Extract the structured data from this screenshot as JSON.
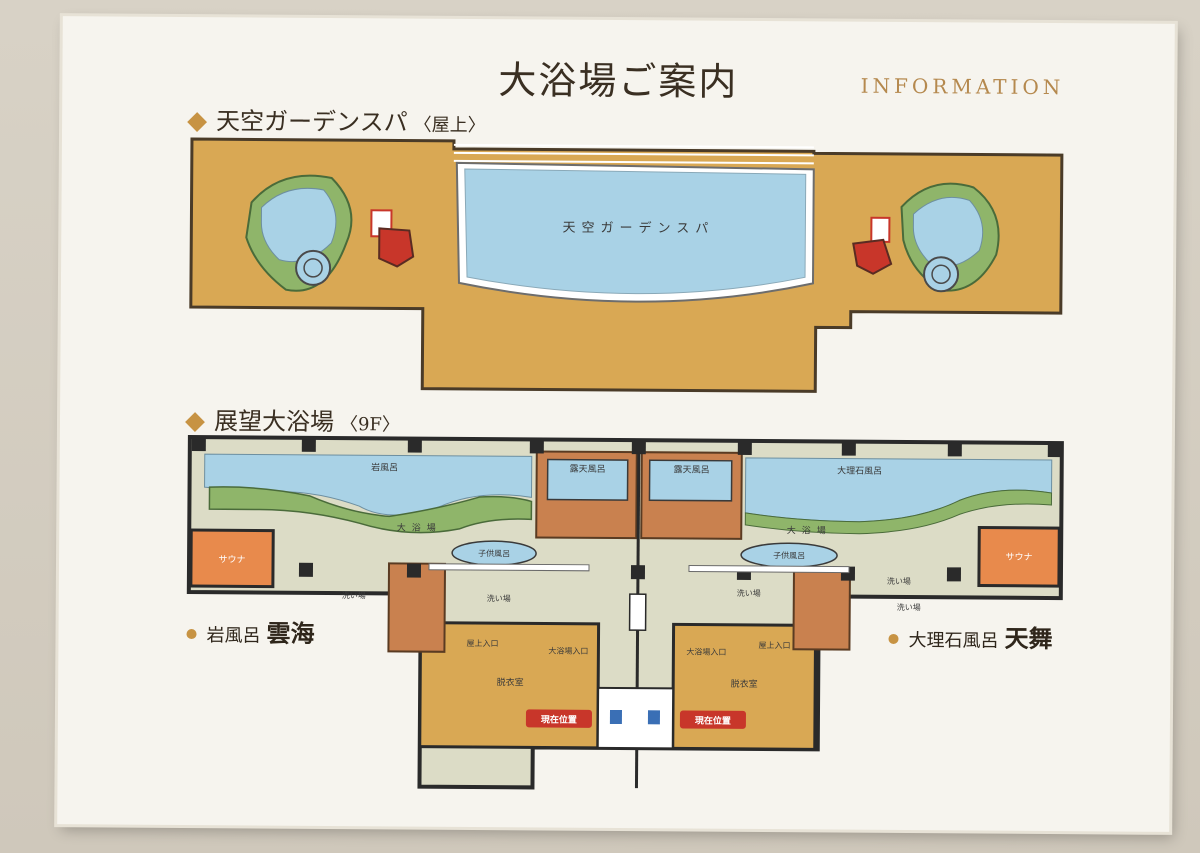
{
  "header": {
    "title": "大浴場ご案内",
    "information": "INFORMATION"
  },
  "rooftop": {
    "heading": "天空ガーデンスパ",
    "heading_sub": "〈屋上〉",
    "pool_label": "天空ガーデンスパ"
  },
  "floor9": {
    "heading": "展望大浴場",
    "heading_sub": "〈9F〉",
    "labels": {
      "iwaburo": "岩風呂",
      "roten_left": "露天風呂",
      "roten_right": "露天風呂",
      "dairiseki": "大理石風呂",
      "daiyokujo_left": "大浴場",
      "daiyokujo_right": "大浴場",
      "kodomo_left": "子供風呂",
      "kodomo_right": "子供風呂",
      "sauna_left": "サウナ",
      "sauna_right": "サウナ",
      "araiba_1": "洗い場",
      "araiba_2": "洗い場",
      "araiba_3": "洗い場",
      "araiba_4": "洗い場",
      "araiba_5": "洗い場",
      "rooftop_entry_left": "屋上入口",
      "bath_entry_left": "大浴場入口",
      "bath_entry_right": "大浴場入口",
      "rooftop_entry_right": "屋上入口",
      "datsuijo_left": "脱衣室",
      "datsuijo_right": "脱衣室",
      "current_left": "現在位置",
      "current_right": "現在位置"
    }
  },
  "legend": {
    "left_small": "岩風呂",
    "left_big": "雲海",
    "right_small": "大理石風呂",
    "right_big": "天舞"
  },
  "colors": {
    "floor_gold": "#d9a854",
    "water_blue": "#a9d2e6",
    "garden_green": "#8fb56a",
    "sauna_orange": "#e88a4c",
    "marker_red": "#c8362a",
    "tile": "#dcdcc6",
    "wood": "#c9814f"
  }
}
